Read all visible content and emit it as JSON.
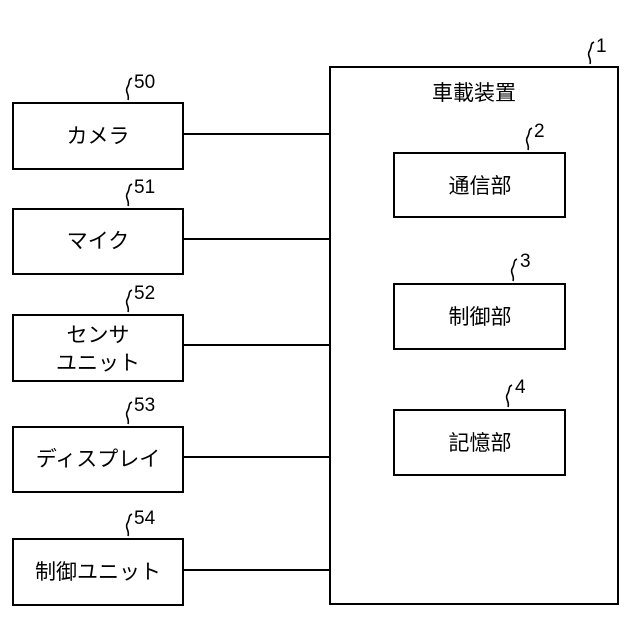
{
  "vehicle_device": {
    "ref": "1",
    "title": "車載装置",
    "units": [
      {
        "ref": "2",
        "label": "通信部"
      },
      {
        "ref": "3",
        "label": "制御部"
      },
      {
        "ref": "4",
        "label": "記憶部"
      }
    ]
  },
  "peripherals": [
    {
      "ref": "50",
      "label": "カメラ"
    },
    {
      "ref": "51",
      "label": "マイク"
    },
    {
      "ref": "52",
      "label_line1": "センサ",
      "label_line2": "ユニット"
    },
    {
      "ref": "53",
      "label": "ディスプレイ"
    },
    {
      "ref": "54",
      "label": "制御ユニット"
    }
  ]
}
